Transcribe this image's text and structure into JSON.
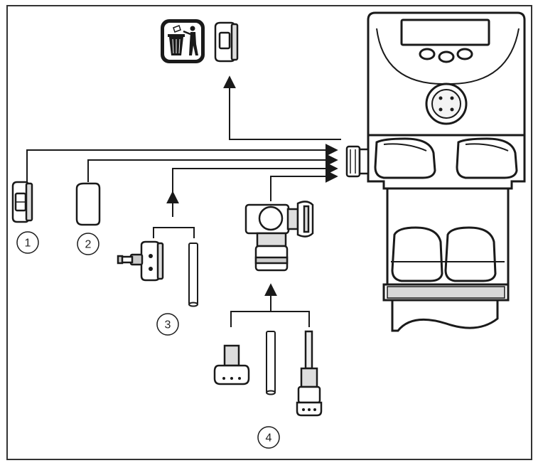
{
  "callouts": {
    "c1": "1",
    "c2": "2",
    "c3": "3",
    "c4": "4"
  },
  "icons": {
    "disposal": "waste-bin-disposal-icon"
  },
  "colors": {
    "stroke": "#1a1a1a",
    "frame": "#333333",
    "device_fill": "#ffffff",
    "shade": "#cfcfcf"
  }
}
